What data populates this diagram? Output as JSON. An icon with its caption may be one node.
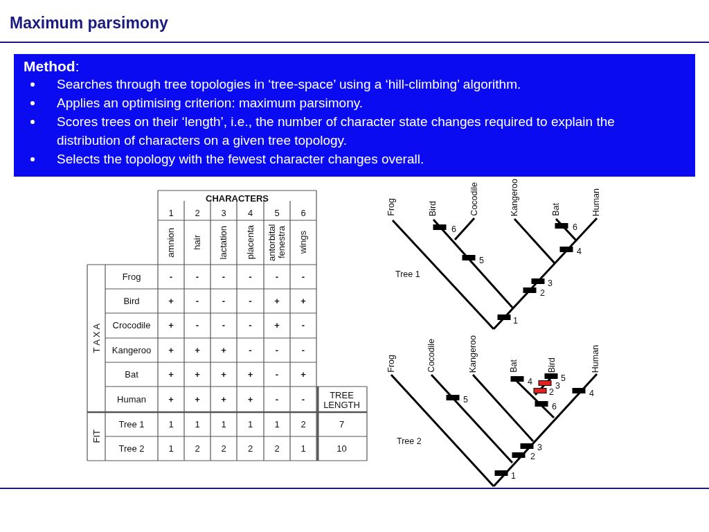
{
  "diagram": {
    "title": "Maximum parsimony",
    "nodes": [
      {
        "text": [
          "**Method**:",
          "Searches through tree topologies in ‘tree-space’ using a ‘hill-climbing’ algorithm.",
          "Applies an optimising criterion: maximum parsimony.",
          "Scores trees on their ‘length’, i.e., the number of character state changes required to explain the distribution of characters on a given tree topology.",
          "Selects the topology with the fewest character changes overall."
        ]
      }
    ],
    "labels": [
      "CHARACTERS",
      "1",
      "2",
      "3",
      "4",
      "5",
      "6",
      "amnion",
      "hair",
      "lactation",
      "placenta",
      "antorbital fenestra",
      "wings",
      "T A X A",
      "Frog",
      "-",
      "-",
      "-",
      "-",
      "-",
      "-",
      "Bird",
      "+",
      "-",
      "-",
      "-",
      "+",
      "+",
      "Crocodile",
      "+",
      "-",
      "-",
      "-",
      "+",
      "-",
      "Kangeroo",
      "+",
      "+",
      "+",
      "-",
      "-",
      "-",
      "Bat",
      "+",
      "+",
      "+",
      "+",
      "-",
      "+",
      "Human",
      "+",
      "+",
      "+",
      "+",
      "-",
      "-",
      "TREE LENGTH",
      "FIT",
      "Tree 1",
      "1",
      "1",
      "1",
      "1",
      "1",
      "2",
      "7",
      "Tree 2",
      "1",
      "2",
      "2",
      "2",
      "2",
      "1",
      "10",
      "Frog",
      "Bird",
      "Cocodile",
      "Kangeroo",
      "Bat",
      "Human",
      "6",
      "5",
      "6",
      "4",
      "3",
      "2",
      "1",
      "Tree 1",
      "Frog",
      "Cocodile",
      "Kangeroo",
      "Bat",
      "Bird",
      "Human",
      "4",
      "5",
      "3",
      "2",
      "6",
      "5",
      "4",
      "3",
      "2",
      "1",
      "Tree 2"
    ]
  }
}
